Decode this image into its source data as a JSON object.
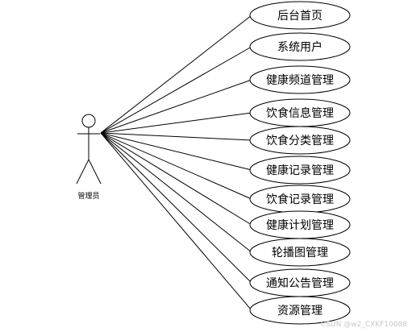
{
  "actor": {
    "label": "管理员"
  },
  "use_cases": [
    {
      "label": "后台首页"
    },
    {
      "label": "系统用户"
    },
    {
      "label": "健康频道管理"
    },
    {
      "label": "饮食信息管理"
    },
    {
      "label": "饮食分类管理"
    },
    {
      "label": "健康记录管理"
    },
    {
      "label": "饮食记录管理"
    },
    {
      "label": "健康计划管理"
    },
    {
      "label": "轮播图管理"
    },
    {
      "label": "通知公告管理"
    },
    {
      "label": "资源管理"
    }
  ],
  "watermark": "CSDN @w2_CXKF10088"
}
